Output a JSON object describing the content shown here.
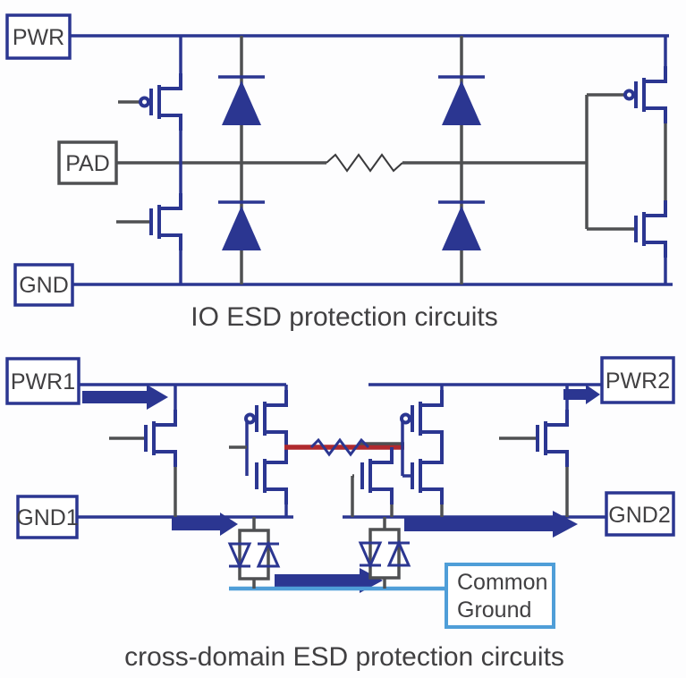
{
  "figure": {
    "top_title": "IO ESD protection circuits",
    "bottom_title": "cross-domain ESD protection circuits"
  },
  "top_circuit": {
    "pwr_label": "PWR",
    "pad_label": "PAD",
    "gnd_label": "GND"
  },
  "bottom_circuit": {
    "pwr1_label": "PWR1",
    "gnd1_label": "GND1",
    "pwr2_label": "PWR2",
    "gnd2_label": "GND2",
    "common_ground_label_line1": "Common",
    "common_ground_label_line2": "Ground"
  },
  "colors": {
    "navy": "#2b3691",
    "wire_gray": "#4f5052",
    "text_gray": "#414042",
    "red": "#b02a2e",
    "light_blue": "#4f9ed8"
  }
}
